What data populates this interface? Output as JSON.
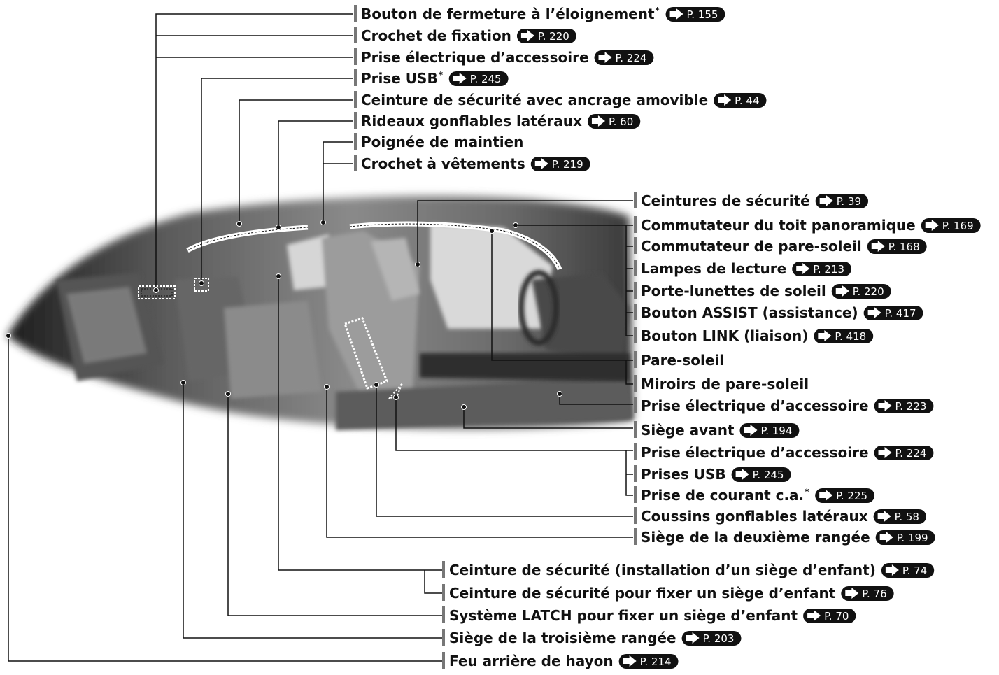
{
  "labels": [
    {
      "id": "bouton-fermeture",
      "text": "Bouton de fermeture à l’éloignement",
      "star": "*",
      "ref": "P. 155"
    },
    {
      "id": "crochet-fixation",
      "text": "Crochet de fixation",
      "ref": "P. 220"
    },
    {
      "id": "prise-elec-arr",
      "text": "Prise électrique d’accessoire",
      "ref": "P. 224"
    },
    {
      "id": "prise-usb-arr",
      "text": "Prise USB",
      "star": "*",
      "ref": "P. 245"
    },
    {
      "id": "ceinture-amovible",
      "text": "Ceinture de sécurité avec ancrage amovible",
      "ref": "P. 44"
    },
    {
      "id": "rideaux-gonflables",
      "text": "Rideaux gonflables latéraux",
      "ref": "P. 60"
    },
    {
      "id": "poignee-maintien",
      "text": "Poignée de maintien"
    },
    {
      "id": "crochet-vetements",
      "text": "Crochet à vêtements",
      "ref": "P. 219"
    },
    {
      "id": "ceintures-securite",
      "text": "Ceintures de sécurité",
      "ref": "P. 39"
    },
    {
      "id": "toit-panoramique",
      "text": "Commutateur du toit panoramique",
      "ref": "P. 169"
    },
    {
      "id": "pare-soleil-comm",
      "text": "Commutateur de pare-soleil",
      "ref": "P. 168"
    },
    {
      "id": "lampes-lecture",
      "text": "Lampes de lecture",
      "ref": "P. 213"
    },
    {
      "id": "porte-lunettes",
      "text": "Porte-lunettes de soleil",
      "ref": "P. 220"
    },
    {
      "id": "bouton-assist",
      "text": "Bouton ASSIST (assistance)",
      "ref": "P. 417"
    },
    {
      "id": "bouton-link",
      "text": "Bouton LINK (liaison)",
      "ref": "P. 418"
    },
    {
      "id": "pare-soleil",
      "text": "Pare-soleil"
    },
    {
      "id": "miroirs-pare-soleil",
      "text": "Miroirs de pare-soleil"
    },
    {
      "id": "prise-elec-avant",
      "text": "Prise électrique d’accessoire",
      "ref": "P. 223"
    },
    {
      "id": "siege-avant",
      "text": "Siège avant",
      "ref": "P. 194"
    },
    {
      "id": "prise-elec-console",
      "text": "Prise électrique d’accessoire",
      "ref": "P. 224"
    },
    {
      "id": "prises-usb",
      "text": "Prises USB",
      "ref": "P. 245"
    },
    {
      "id": "prise-courant-ca",
      "text": "Prise de courant c.a.",
      "star": "*",
      "ref": "P. 225"
    },
    {
      "id": "coussins-gonflables",
      "text": "Coussins gonflables latéraux",
      "ref": "P. 58"
    },
    {
      "id": "siege-deuxieme",
      "text": "Siège de la deuxième rangée",
      "ref": "P. 199"
    },
    {
      "id": "ceinture-siege-enfant",
      "text": "Ceinture de sécurité (installation d’un siège d’enfant)",
      "ref": "P. 74"
    },
    {
      "id": "ceinture-fixer-enfant",
      "text": "Ceinture de sécurité pour fixer un siège d’enfant",
      "ref": "P. 76"
    },
    {
      "id": "systeme-latch",
      "text": "Système LATCH pour fixer un siège d’enfant",
      "ref": "P. 70"
    },
    {
      "id": "siege-troisieme",
      "text": "Siège de la troisième rangée",
      "ref": "P. 203"
    },
    {
      "id": "feu-hayon",
      "text": "Feu arrière de hayon",
      "ref": "P. 214"
    }
  ],
  "colors": {
    "text": "#111111",
    "marker": "#777777",
    "badge": "#111111",
    "photo_dark": "#3a3a3a",
    "photo_light": "#c8c8c8"
  },
  "icons": {
    "ref_arrow": "arrow-right-badge-icon",
    "marker": "bar-marker-icon"
  }
}
